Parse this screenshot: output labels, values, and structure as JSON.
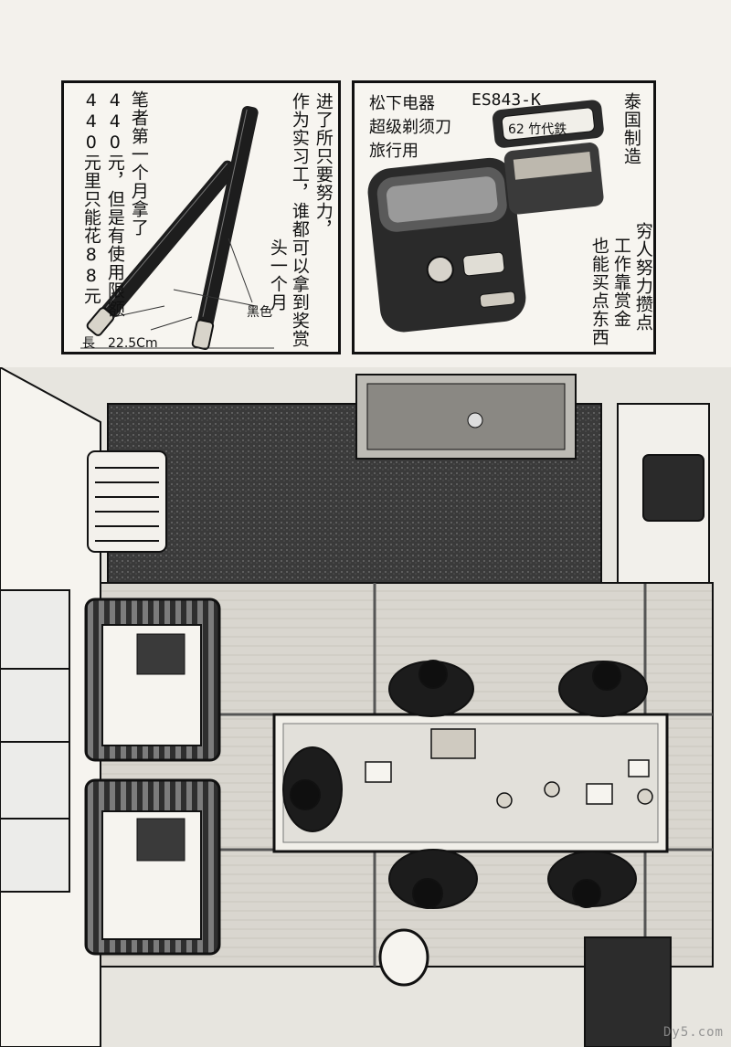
{
  "left_panel": {
    "caption_author": [
      "笔者第一个月拿了",
      "440元，但是有使用限额",
      "440元里只能花88元"
    ],
    "caption_work": [
      "进了所只要努力，",
      "作为实习工，谁都可以拿到奖赏"
    ],
    "work_extra": "头一个月",
    "color_label": "黑色",
    "length_label": "長　22.5Cm"
  },
  "right_panel": {
    "brand_lines": [
      "松下电器",
      "超级剃须刀",
      "旅行用"
    ],
    "model": "ES843-K",
    "made_in": "泰国制造",
    "tag_label": "62 竹代鉄",
    "poor_caption": [
      "穷人努力攒点",
      "工作靠赏金",
      "也能买点东西"
    ]
  },
  "watermark": "Dy5.com"
}
